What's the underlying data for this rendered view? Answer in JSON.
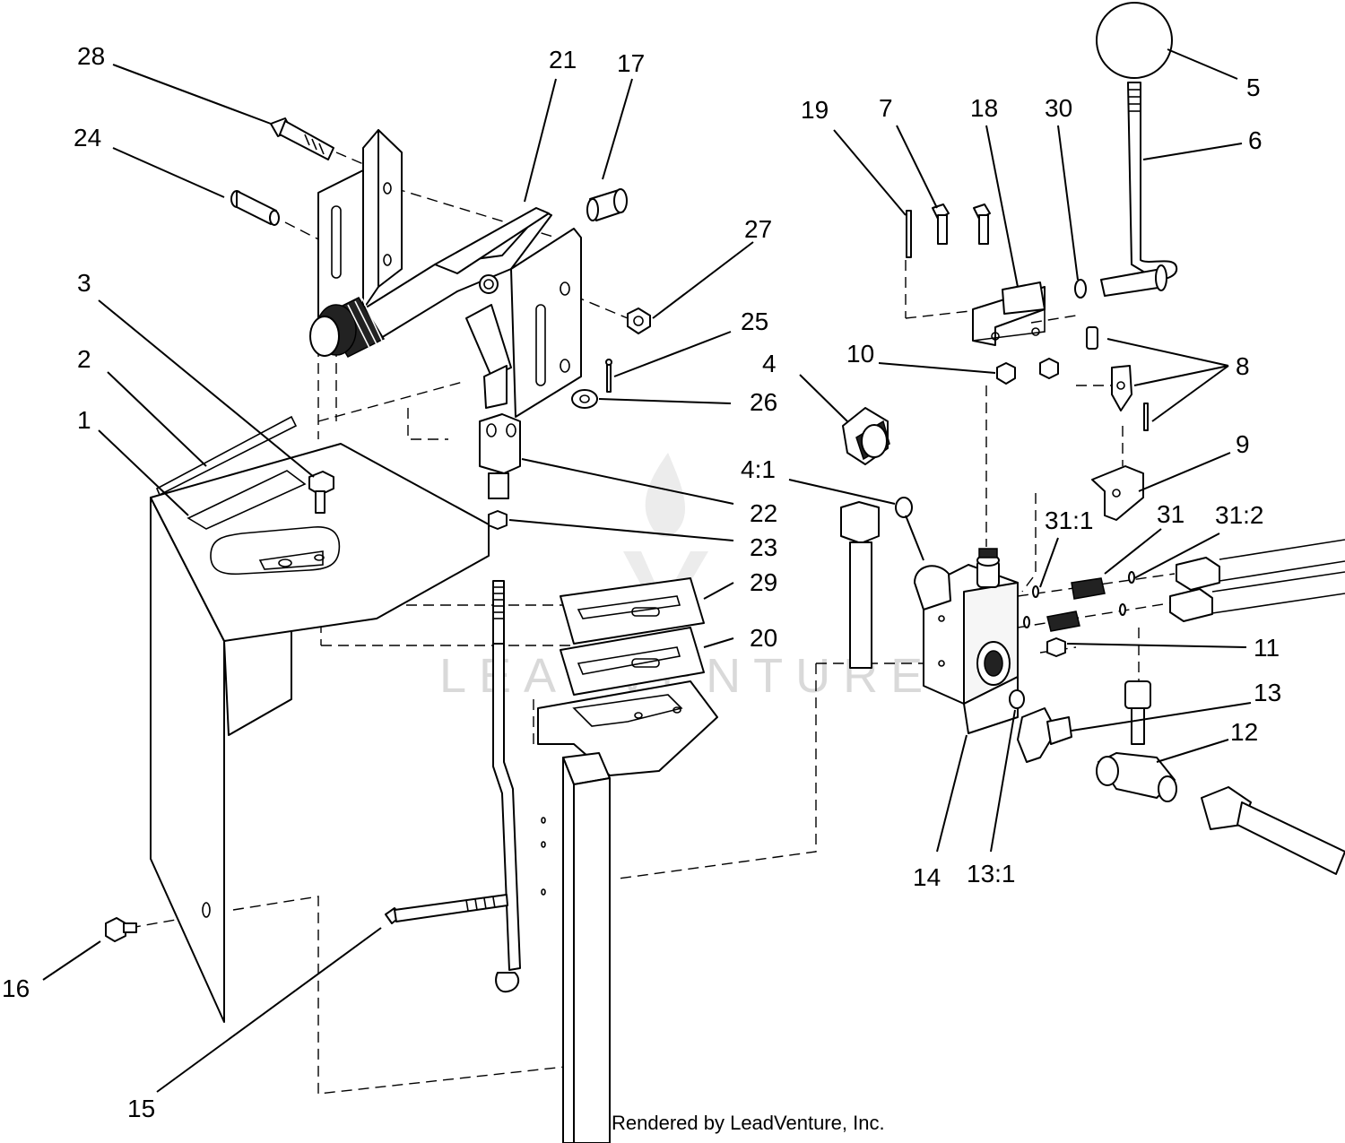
{
  "callouts": [
    {
      "id": "c1",
      "text": "1"
    },
    {
      "id": "c2",
      "text": "2"
    },
    {
      "id": "c3",
      "text": "3"
    },
    {
      "id": "c4",
      "text": "4"
    },
    {
      "id": "c4_1",
      "text": "4:1"
    },
    {
      "id": "c5",
      "text": "5"
    },
    {
      "id": "c6",
      "text": "6"
    },
    {
      "id": "c7",
      "text": "7"
    },
    {
      "id": "c8",
      "text": "8"
    },
    {
      "id": "c9",
      "text": "9"
    },
    {
      "id": "c10",
      "text": "10"
    },
    {
      "id": "c11",
      "text": "11"
    },
    {
      "id": "c12",
      "text": "12"
    },
    {
      "id": "c13",
      "text": "13"
    },
    {
      "id": "c13_1",
      "text": "13:1"
    },
    {
      "id": "c14",
      "text": "14"
    },
    {
      "id": "c15",
      "text": "15"
    },
    {
      "id": "c16",
      "text": "16"
    },
    {
      "id": "c17",
      "text": "17"
    },
    {
      "id": "c18",
      "text": "18"
    },
    {
      "id": "c19",
      "text": "19"
    },
    {
      "id": "c20",
      "text": "20"
    },
    {
      "id": "c21",
      "text": "21"
    },
    {
      "id": "c22",
      "text": "22"
    },
    {
      "id": "c23",
      "text": "23"
    },
    {
      "id": "c24",
      "text": "24"
    },
    {
      "id": "c25",
      "text": "25"
    },
    {
      "id": "c26",
      "text": "26"
    },
    {
      "id": "c27",
      "text": "27"
    },
    {
      "id": "c28",
      "text": "28"
    },
    {
      "id": "c29",
      "text": "29"
    },
    {
      "id": "c30",
      "text": "30"
    },
    {
      "id": "c31",
      "text": "31"
    },
    {
      "id": "c31_1",
      "text": "31:1"
    },
    {
      "id": "c31_2",
      "text": "31:2"
    }
  ],
  "watermark": "LEADVENTURE",
  "footer": "Rendered by LeadVenture, Inc."
}
